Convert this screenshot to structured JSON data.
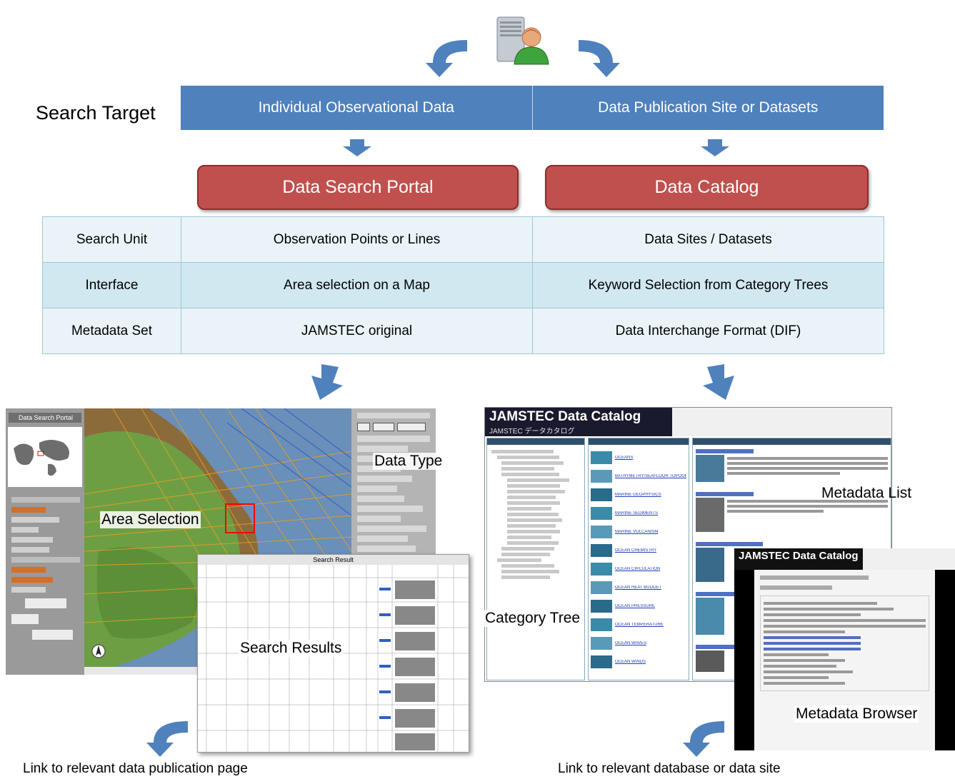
{
  "search_target": {
    "label": "Search Target",
    "columns": [
      "Individual Observational Data",
      "Data Publication Site or Datasets"
    ]
  },
  "portals": {
    "left": "Data Search Portal",
    "right": "Data Catalog"
  },
  "comparison": {
    "rows": [
      {
        "header": "Search Unit",
        "left": "Observation Points or Lines",
        "right": "Data Sites / Datasets"
      },
      {
        "header": "Interface",
        "left": "Area selection on a Map",
        "right": "Keyword Selection from Category Trees"
      },
      {
        "header": "Metadata Set",
        "left": "JAMSTEC original",
        "right": "Data Interchange Format (DIF)"
      }
    ]
  },
  "left_screenshot": {
    "app_title": "Data Search Portal",
    "label_data_type": "Data Type",
    "label_area_selection": "Area Selection",
    "label_search_results": "Search Results",
    "results_header": "Search Result"
  },
  "right_screenshot": {
    "app_title": "JAMSTEC Data Catalog",
    "app_subtitle": "JAMSTEC データカタログ",
    "label_metadata_list": "Metadata List",
    "label_category_tree": "Category Tree",
    "label_metadata_browser": "Metadata  Browser",
    "list_items": [
      "OCEANS",
      "BATHYMETRY/SEAFLOOR TOPOGRAPHY",
      "MARINE GEOPHYSICS",
      "MARINE SEDIMENTS",
      "MARINE VOLCANISM",
      "OCEAN CHEMISTRY",
      "OCEAN CIRCULATION",
      "OCEAN HEAT BUDGET",
      "OCEAN PRESSURE",
      "OCEAN TEMPERATURE",
      "OCEAN WAVES",
      "OCEAN WINDS"
    ]
  },
  "captions": {
    "left": "Link to relevant data publication page",
    "right": "Link to relevant database or data site"
  },
  "colors": {
    "target_bar": "#4f81bd",
    "portal": "#c0504d",
    "arrow": "#4f81bd",
    "selection_box": "#ff0000"
  },
  "icons": [
    "user-server-icon",
    "curved-arrow-left-icon",
    "curved-arrow-right-icon",
    "down-arrow-icon"
  ]
}
